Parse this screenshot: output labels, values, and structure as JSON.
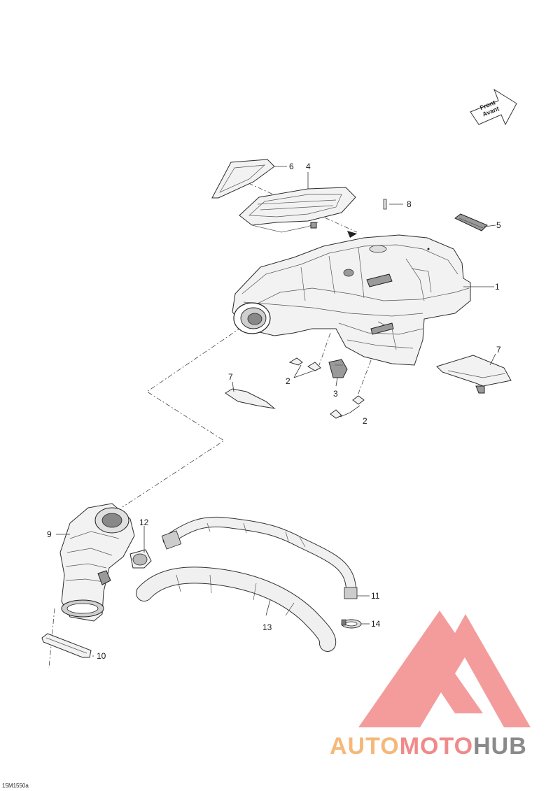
{
  "drawing_code": "15M1550a",
  "front_arrow": {
    "line1": "Front",
    "line2": "Avant"
  },
  "callouts": [
    {
      "label": "1"
    },
    {
      "label": "2"
    },
    {
      "label": "2"
    },
    {
      "label": "3"
    },
    {
      "label": "4"
    },
    {
      "label": "5"
    },
    {
      "label": "6"
    },
    {
      "label": "7"
    },
    {
      "label": "7"
    },
    {
      "label": "8"
    },
    {
      "label": "9"
    },
    {
      "label": "10"
    },
    {
      "label": "11"
    },
    {
      "label": "12"
    },
    {
      "label": "13"
    },
    {
      "label": "14"
    }
  ],
  "watermark": {
    "part1": "AUTO",
    "part2": "MOTO",
    "part3": "HUB",
    "color1": "#f5b87a",
    "color2": "#f08a8a",
    "color3": "#8a8a8a",
    "logo_color": "#f28b8b"
  }
}
